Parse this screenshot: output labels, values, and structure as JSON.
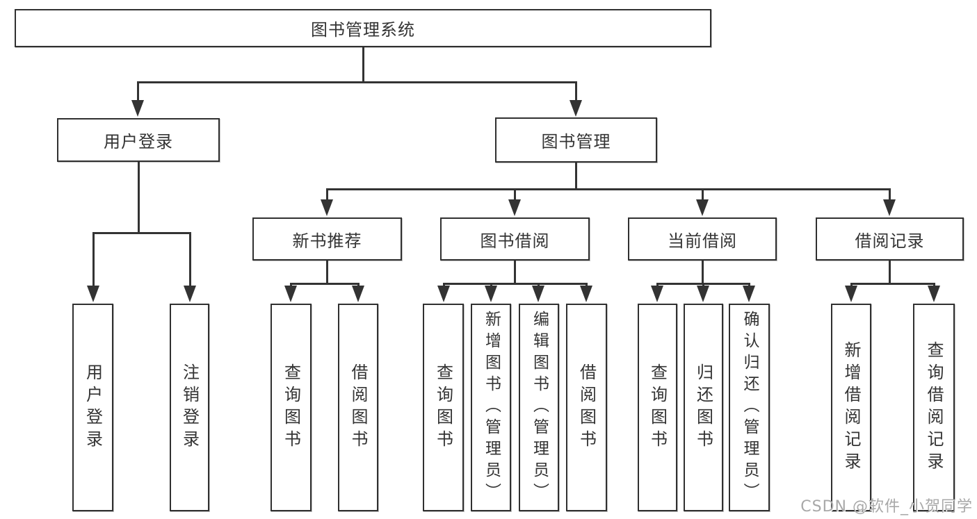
{
  "diagram": {
    "title": "图书管理系统",
    "nodes": {
      "root": {
        "label": "图书管理系统"
      },
      "user_login": {
        "label": "用户登录"
      },
      "book_management": {
        "label": "图书管理"
      },
      "new_book_recommend": {
        "label": "新书推荐"
      },
      "book_borrowing": {
        "label": "图书借阅"
      },
      "current_borrowing": {
        "label": "当前借阅"
      },
      "borrowing_records": {
        "label": "借阅记录"
      },
      "login_user_login": {
        "label": "用户登录"
      },
      "login_logout": {
        "label": "注销登录"
      },
      "recommend_query_books": {
        "label": "查询图书"
      },
      "recommend_borrow_books": {
        "label": "借阅图书"
      },
      "borrowing_query_books": {
        "label": "查询图书"
      },
      "borrowing_add_books": {
        "label": "新增图书（管理员）"
      },
      "borrowing_edit_books": {
        "label": "编辑图书（管理员）"
      },
      "borrowing_borrow_books": {
        "label": "借阅图书"
      },
      "current_query_books": {
        "label": "查询图书"
      },
      "current_return_books": {
        "label": "归还图书"
      },
      "current_confirm_return": {
        "label": "确认归还（管理员）"
      },
      "records_add_record": {
        "label": "新增借阅记录"
      },
      "records_query_record": {
        "label": "查询借阅记录"
      }
    },
    "edges": [
      {
        "from": "root",
        "to": [
          "user_login",
          "book_management"
        ]
      },
      {
        "from": "user_login",
        "to": [
          "login_user_login",
          "login_logout"
        ]
      },
      {
        "from": "book_management",
        "to": [
          "new_book_recommend",
          "book_borrowing",
          "current_borrowing",
          "borrowing_records"
        ]
      },
      {
        "from": "new_book_recommend",
        "to": [
          "recommend_query_books",
          "recommend_borrow_books"
        ]
      },
      {
        "from": "book_borrowing",
        "to": [
          "borrowing_query_books",
          "borrowing_add_books",
          "borrowing_edit_books",
          "borrowing_borrow_books"
        ]
      },
      {
        "from": "current_borrowing",
        "to": [
          "current_query_books",
          "current_return_books",
          "current_confirm_return"
        ]
      },
      {
        "from": "borrowing_records",
        "to": [
          "records_add_record",
          "records_query_record"
        ]
      }
    ],
    "colors": {
      "line": "#333333",
      "box_border": "#303030",
      "box_background": "#ffffff",
      "text": "#333333",
      "page_background": "#ffffff",
      "watermark_text": "#a8a8a8"
    }
  },
  "watermark": {
    "text": "CSDN @软件_小贺同学"
  }
}
